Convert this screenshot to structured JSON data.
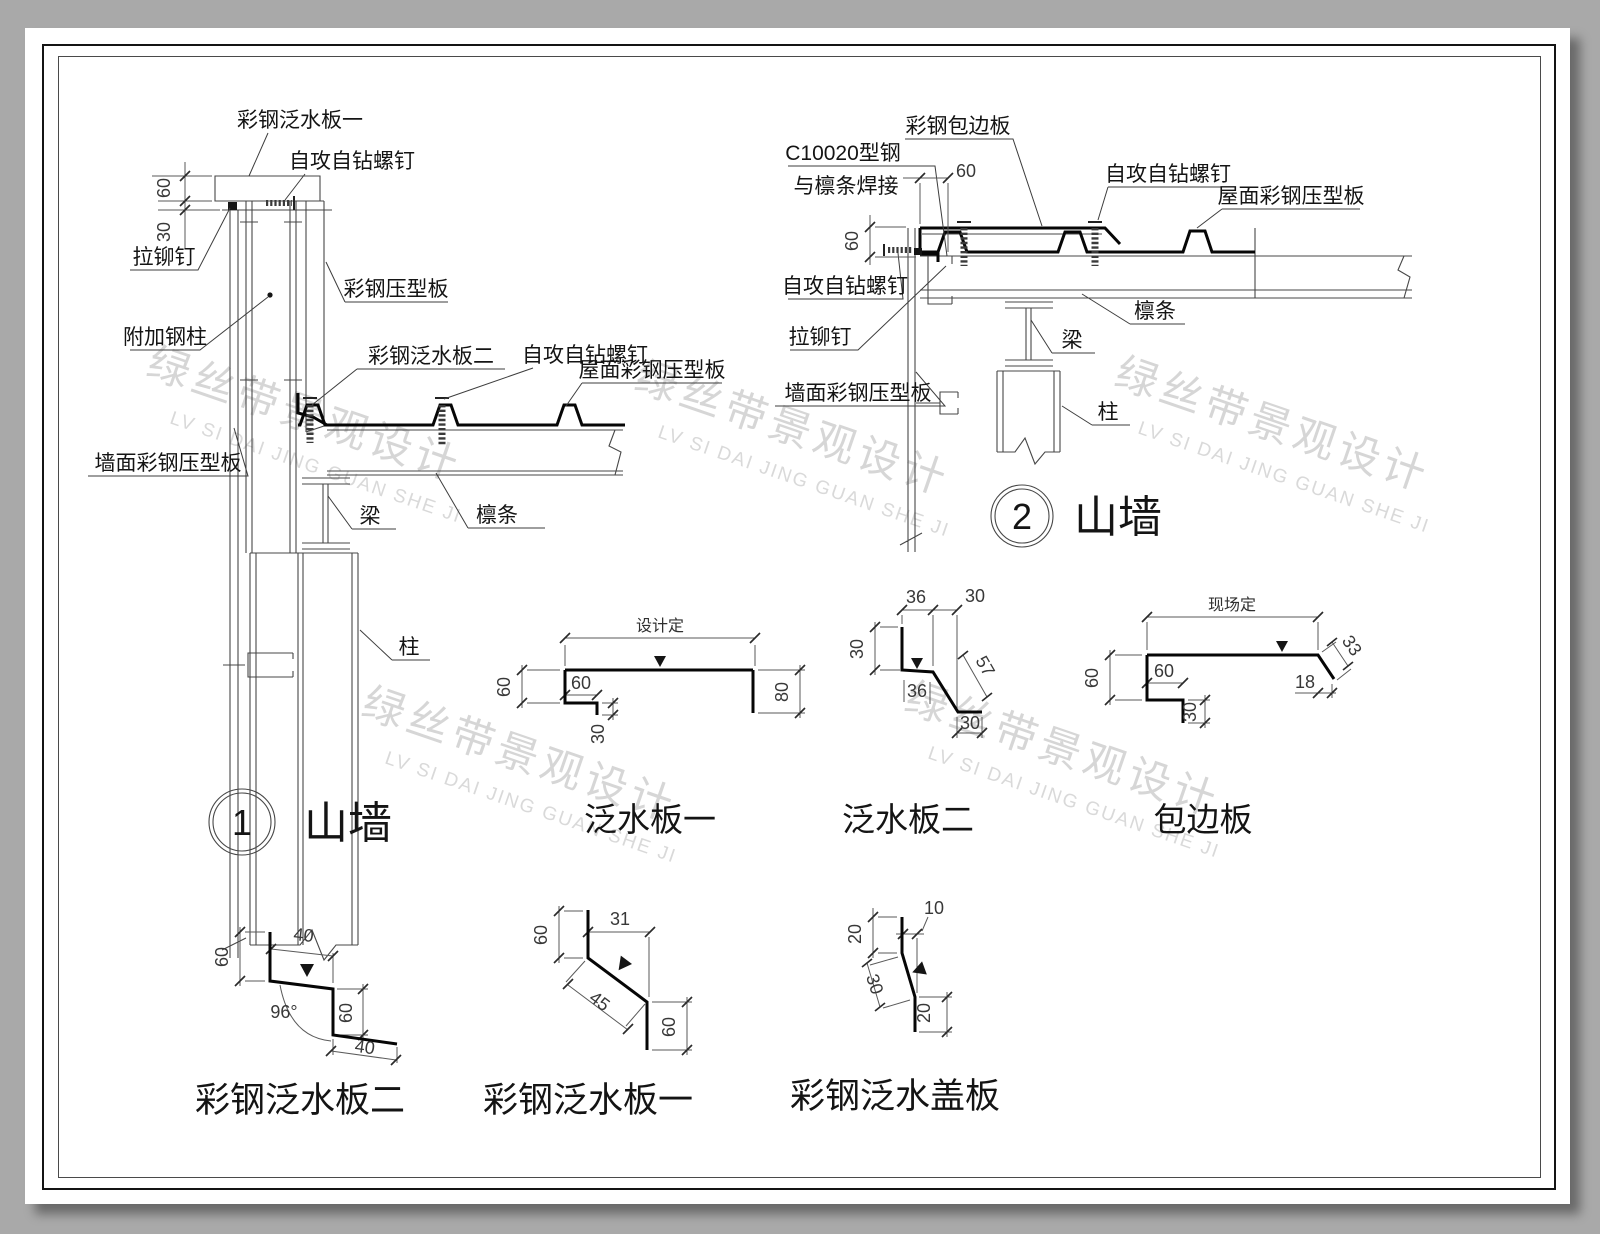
{
  "watermark": {
    "cn": "绿丝带景观设计",
    "en": "LV SI DAI JING GUAN SHE JI"
  },
  "detail1": {
    "badge": {
      "number": "1",
      "title": "山墙"
    },
    "labels": {
      "capFlashing": "彩钢泛水板一",
      "screwTop": "自攻自钻螺钉",
      "rivet": "拉铆钉",
      "addedColumn": "附加钢柱",
      "sidePanel": "彩钢压型板",
      "flashing2": "彩钢泛水板二",
      "screwRoof": "自攻自钻螺钉",
      "roofPanel": "屋面彩钢压型板",
      "wallPanel": "墙面彩钢压型板",
      "beam": "梁",
      "purlin": "檩条",
      "column": "柱"
    },
    "dims": {
      "h60": "60",
      "h30": "30"
    }
  },
  "detail2": {
    "badge": {
      "number": "2",
      "title": "山墙"
    },
    "labels": {
      "edgePlate": "彩钢包边板",
      "cSteelLine1": "C10020型钢",
      "cSteelLine2": "与檩条焊接",
      "screwRoof": "自攻自钻螺钉",
      "roofPanel": "屋面彩钢压型板",
      "screwLeft": "自攻自钻螺钉",
      "rivet": "拉铆钉",
      "wallPanel": "墙面彩钢压型板",
      "purlin": "檩条",
      "beam": "梁",
      "column": "柱"
    },
    "dims": {
      "top60": "60",
      "left60": "60"
    }
  },
  "profileA": {
    "title": "泛水板一",
    "span": "设计定",
    "dims": {
      "left60": "60",
      "inner60": "60",
      "drop30": "30",
      "right80": "80"
    }
  },
  "profileB": {
    "title": "泛水板二",
    "dims": {
      "top36": "36",
      "top30": "30",
      "left30": "30",
      "inner36": "36",
      "diag57": "57",
      "bottom30": "30"
    }
  },
  "profileC": {
    "title": "包边板",
    "span": "现场定",
    "dims": {
      "left60": "60",
      "inner60": "60",
      "drop30": "30",
      "right18": "18",
      "diag33": "33"
    }
  },
  "profileD": {
    "title": "彩钢泛水板二",
    "dims": {
      "left60": "60",
      "top40": "40",
      "angle": "96°",
      "mid60": "60",
      "bottom40": "40"
    }
  },
  "profileE": {
    "title": "彩钢泛水板一",
    "dims": {
      "left60": "60",
      "top31": "31",
      "diag45": "45",
      "right60": "60"
    }
  },
  "profileF": {
    "title": "彩钢泛水盖板",
    "dims": {
      "top20": "20",
      "top10": "10",
      "diag30": "30",
      "bottom20": "20"
    }
  }
}
